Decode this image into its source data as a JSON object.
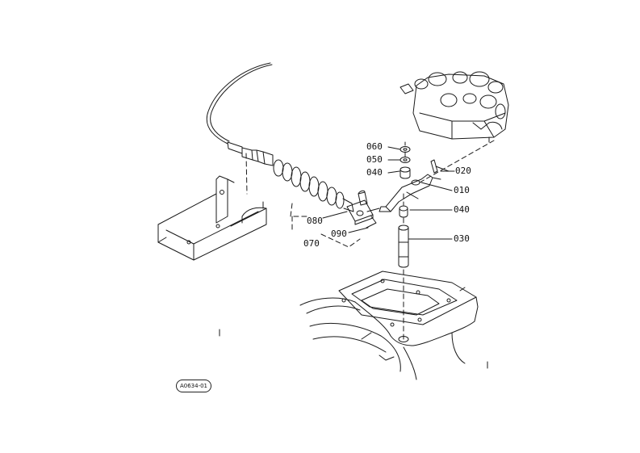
{
  "diagram": {
    "part_labels": [
      {
        "key": "060",
        "text": "060"
      },
      {
        "key": "050",
        "text": "050"
      },
      {
        "key": "040a",
        "text": "040"
      },
      {
        "key": "020",
        "text": "020"
      },
      {
        "key": "010",
        "text": "010"
      },
      {
        "key": "040b",
        "text": "040"
      },
      {
        "key": "030",
        "text": "030"
      },
      {
        "key": "080",
        "text": "080"
      },
      {
        "key": "090",
        "text": "090"
      },
      {
        "key": "070",
        "text": "070"
      }
    ],
    "reference_code": "A0634-01"
  }
}
